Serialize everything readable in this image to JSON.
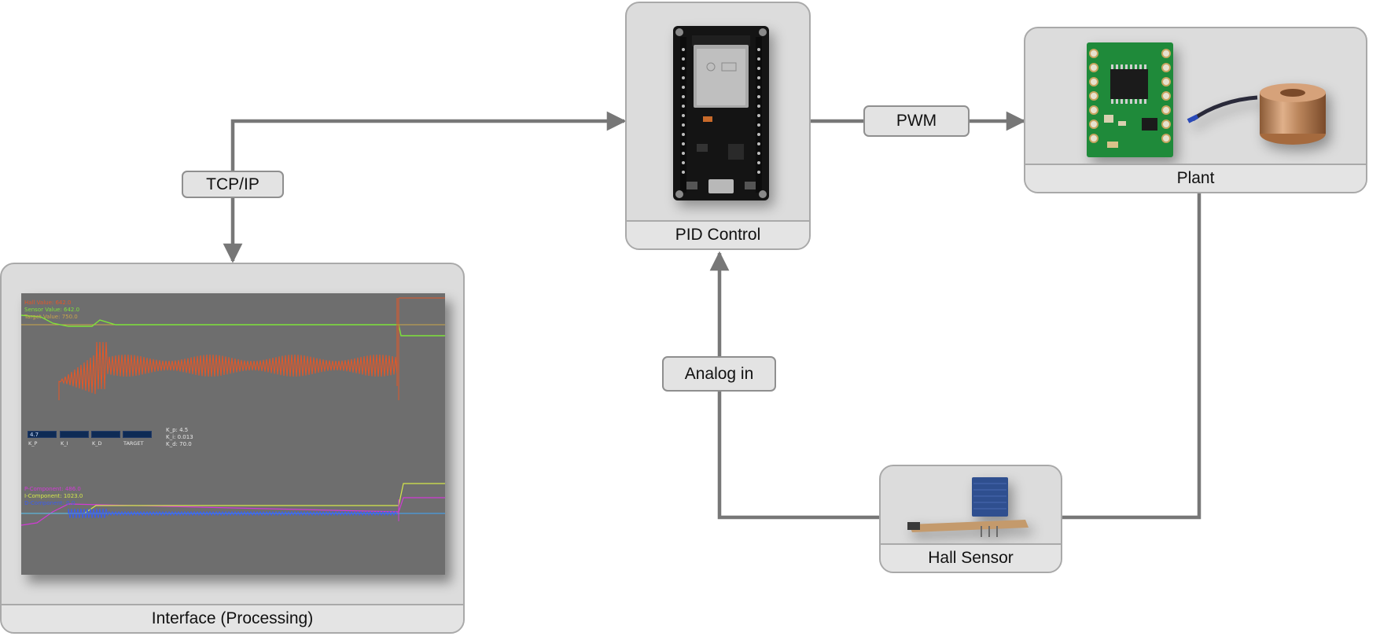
{
  "nodes": {
    "pid": {
      "label": "PID Control"
    },
    "plant": {
      "label": "Plant"
    },
    "interface": {
      "label": "Interface (Processing)"
    },
    "hall": {
      "label": "Hall Sensor"
    }
  },
  "edges": {
    "tcp": {
      "label": "TCP/IP"
    },
    "pwm": {
      "label": "PWM"
    },
    "analog": {
      "label": "Analog in"
    }
  },
  "interface_screen": {
    "top_readout": {
      "line1": "Hall Value: 642.0",
      "line2": "Sensor Value: 642.0",
      "line3": "Target Value: 750.0"
    },
    "inputs": {
      "kp_value": "4.7",
      "labels": [
        "K_P",
        "K_I",
        "K_D",
        "TARGET"
      ]
    },
    "params": {
      "kp": "K_p: 4.5",
      "ki": "K_i: 0.013",
      "kd": "K_d: 70.0"
    },
    "components": {
      "p": "P-Component: 486.0",
      "i": "I-Component: 1023.0",
      "d": "D-Component: 0.0"
    },
    "colors": {
      "background": "#6e6e6e",
      "hall": "#e0582a",
      "sensor": "#7ee33a",
      "target": "#c9a64a",
      "p": "#d23ad6",
      "i": "#d4e84a",
      "d": "#3b5cf0"
    }
  },
  "colors": {
    "wire": "#777777",
    "block_fill": "#dcdcdc",
    "block_border": "#a9a9a9"
  }
}
